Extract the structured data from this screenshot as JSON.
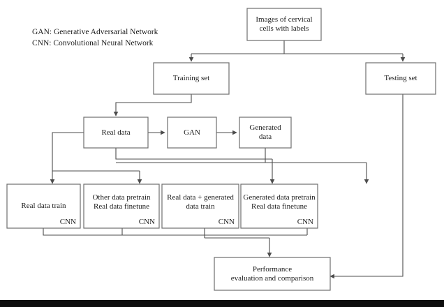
{
  "figure": {
    "kind": "flowchart",
    "title_visible": false,
    "legend": [
      "GAN:  Generative Adversarial Network",
      "CNN: Convolutional Neural Network"
    ]
  },
  "nodes": {
    "source": {
      "lines": [
        "Images of cervical",
        "cells with labels"
      ]
    },
    "training_set": {
      "lines": [
        "Training set"
      ]
    },
    "testing_set": {
      "lines": [
        "Testing set"
      ]
    },
    "real_data": {
      "lines": [
        "Real data"
      ]
    },
    "gan": {
      "lines": [
        "GAN"
      ]
    },
    "generated_data": {
      "lines": [
        "Generated",
        "data"
      ]
    },
    "branch1": {
      "lines": [
        "Real data train"
      ],
      "tag": "CNN"
    },
    "branch2": {
      "lines": [
        "Other data pretrain",
        "Real data finetune"
      ],
      "tag": "CNN"
    },
    "branch3": {
      "lines": [
        "Real data + generated",
        "data train"
      ],
      "tag": "CNN"
    },
    "branch4": {
      "lines": [
        "Generated data pretrain",
        "Real data finetune"
      ],
      "tag": "CNN"
    },
    "performance": {
      "lines": [
        "Performance",
        "evaluation and comparison"
      ]
    }
  },
  "colors": {
    "box_stroke": "#6e6e6e",
    "connector": "#4c4c4c",
    "text": "#1c1c1c",
    "background": "#ffffff",
    "bottom_band": "#0d0d0d"
  },
  "chart_data": {
    "type": "diagram",
    "title": "",
    "node_order": [
      "Images of cervical cells with labels",
      "Training set",
      "Testing set",
      "Real data",
      "GAN",
      "Generated data",
      "Real data train",
      "Other data pretrain Real data finetune",
      "Real data + generated data train",
      "Generated data pretrain Real data finetune",
      "Performance evaluation and comparison"
    ],
    "edges": [
      [
        "Images of cervical cells with labels",
        "Training set"
      ],
      [
        "Images of cervical cells with labels",
        "Testing set"
      ],
      [
        "Training set",
        "Real data"
      ],
      [
        "Real data",
        "GAN"
      ],
      [
        "GAN",
        "Generated data"
      ],
      [
        "Real data",
        "Real data train"
      ],
      [
        "Real data",
        "Other data pretrain Real data finetune"
      ],
      [
        "Real data",
        "Real data + generated data train"
      ],
      [
        "Generated data",
        "Real data + generated data train"
      ],
      [
        "Generated data",
        "Generated data pretrain Real data finetune"
      ],
      [
        "Real data train",
        "Performance evaluation and comparison"
      ],
      [
        "Other data pretrain Real data finetune",
        "Performance evaluation and comparison"
      ],
      [
        "Real data + generated data train",
        "Performance evaluation and comparison"
      ],
      [
        "Generated data pretrain Real data finetune",
        "Performance evaluation and comparison"
      ],
      [
        "Testing set",
        "Performance evaluation and comparison"
      ]
    ]
  }
}
